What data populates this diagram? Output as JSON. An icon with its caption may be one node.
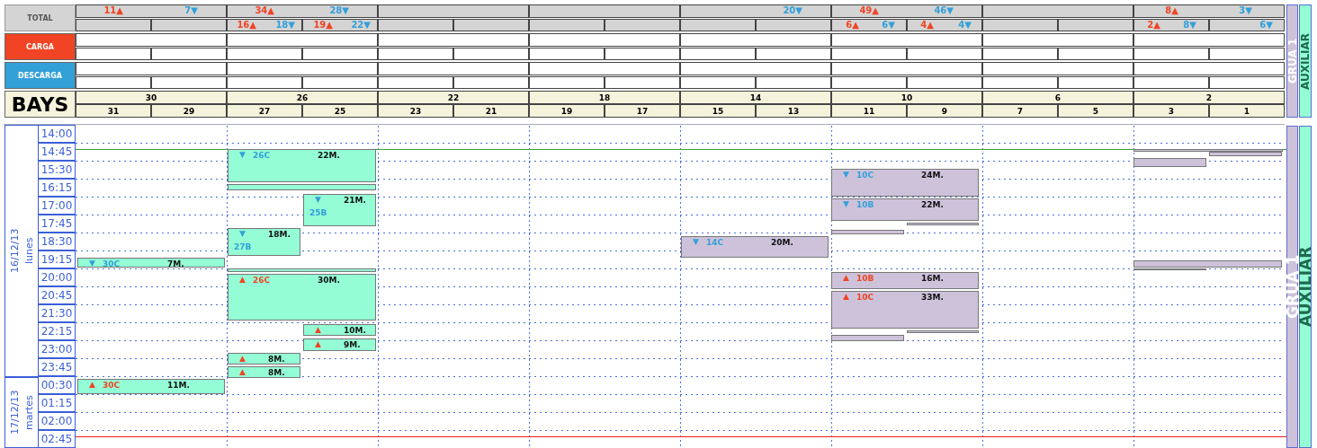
{
  "diagram": {
    "nodes": [
      {
        "text": [],
        "shape": "bar"
      },
      {
        "text": [
          "▼",
          "26C",
          "22M."
        ]
      },
      {
        "text": [],
        "shape": "bar"
      },
      {
        "text": [],
        "shape": "bar"
      },
      {
        "text": [
          "▼",
          "10C",
          "24M."
        ]
      },
      {
        "text": [],
        "shape": "bar"
      },
      {
        "text": [
          "▼",
          "25B",
          "21M."
        ]
      },
      {
        "text": [
          "▼",
          "10B",
          "22M."
        ]
      },
      {
        "text": [],
        "shape": "bar"
      },
      {
        "text": [
          "▼",
          "27B",
          "18M."
        ]
      },
      {
        "text": [],
        "shape": "bar"
      },
      {
        "text": [
          "▼",
          "14C",
          "20M."
        ]
      },
      {
        "text": [
          "▼",
          "30C",
          "7M."
        ]
      },
      {
        "text": [],
        "shape": "bar"
      },
      {
        "text": [],
        "shape": "bar"
      },
      {
        "text": [],
        "shape": "bar"
      },
      {
        "text": [
          "▲",
          "10B",
          "16M."
        ]
      },
      {
        "text": [
          "▲",
          "26C",
          "30M."
        ]
      },
      {
        "text": [
          "▲",
          "10C",
          "33M."
        ]
      },
      {
        "text": [
          "▲",
          "10M."
        ]
      },
      {
        "text": [],
        "shape": "bar"
      },
      {
        "text": [],
        "shape": "bar"
      },
      {
        "text": [
          "▲",
          "9M."
        ]
      },
      {
        "text": [
          "▲",
          "8M."
        ]
      },
      {
        "text": [
          "▲",
          "8M."
        ]
      },
      {
        "text": [
          "▲",
          "30C",
          "11M."
        ]
      }
    ],
    "labels": [
      "TOTAL",
      "11▲",
      "7▼",
      "34▲",
      "28▼",
      "20▼",
      "49▲",
      "46▼",
      "8▲",
      "3▼",
      "16▲",
      "18▼",
      "19▲",
      "22▼",
      "6▲",
      "6▼",
      "4▲",
      "4▼",
      "2▲",
      "8▼",
      "6▼",
      "BAYS",
      "30",
      "26",
      "22",
      "18",
      "14",
      "10",
      "6",
      "2",
      "31",
      "29",
      "27",
      "25",
      "23",
      "21",
      "19",
      "17",
      "15",
      "13",
      "11",
      "9",
      "7",
      "5",
      "3",
      "1",
      "GRUA 1",
      "AUXILIAR",
      "14:00",
      "14:45",
      "15:30",
      "16:15",
      "17:00",
      "17:45",
      "18:30",
      "19:15",
      "20:00",
      "20:45",
      "21:30",
      "22:15",
      "23:00",
      "23:45",
      "00:30",
      "01:15",
      "02:00",
      "02:45",
      "16/12/13",
      "lunes",
      "17/12/13",
      "martes",
      "GRUA 1",
      "AUXILIAR"
    ],
    "legend": [
      {
        "text": "CARGA",
        "color": "#f04424"
      },
      {
        "text": "DESCARGA",
        "color": "#33a0d8"
      }
    ]
  }
}
